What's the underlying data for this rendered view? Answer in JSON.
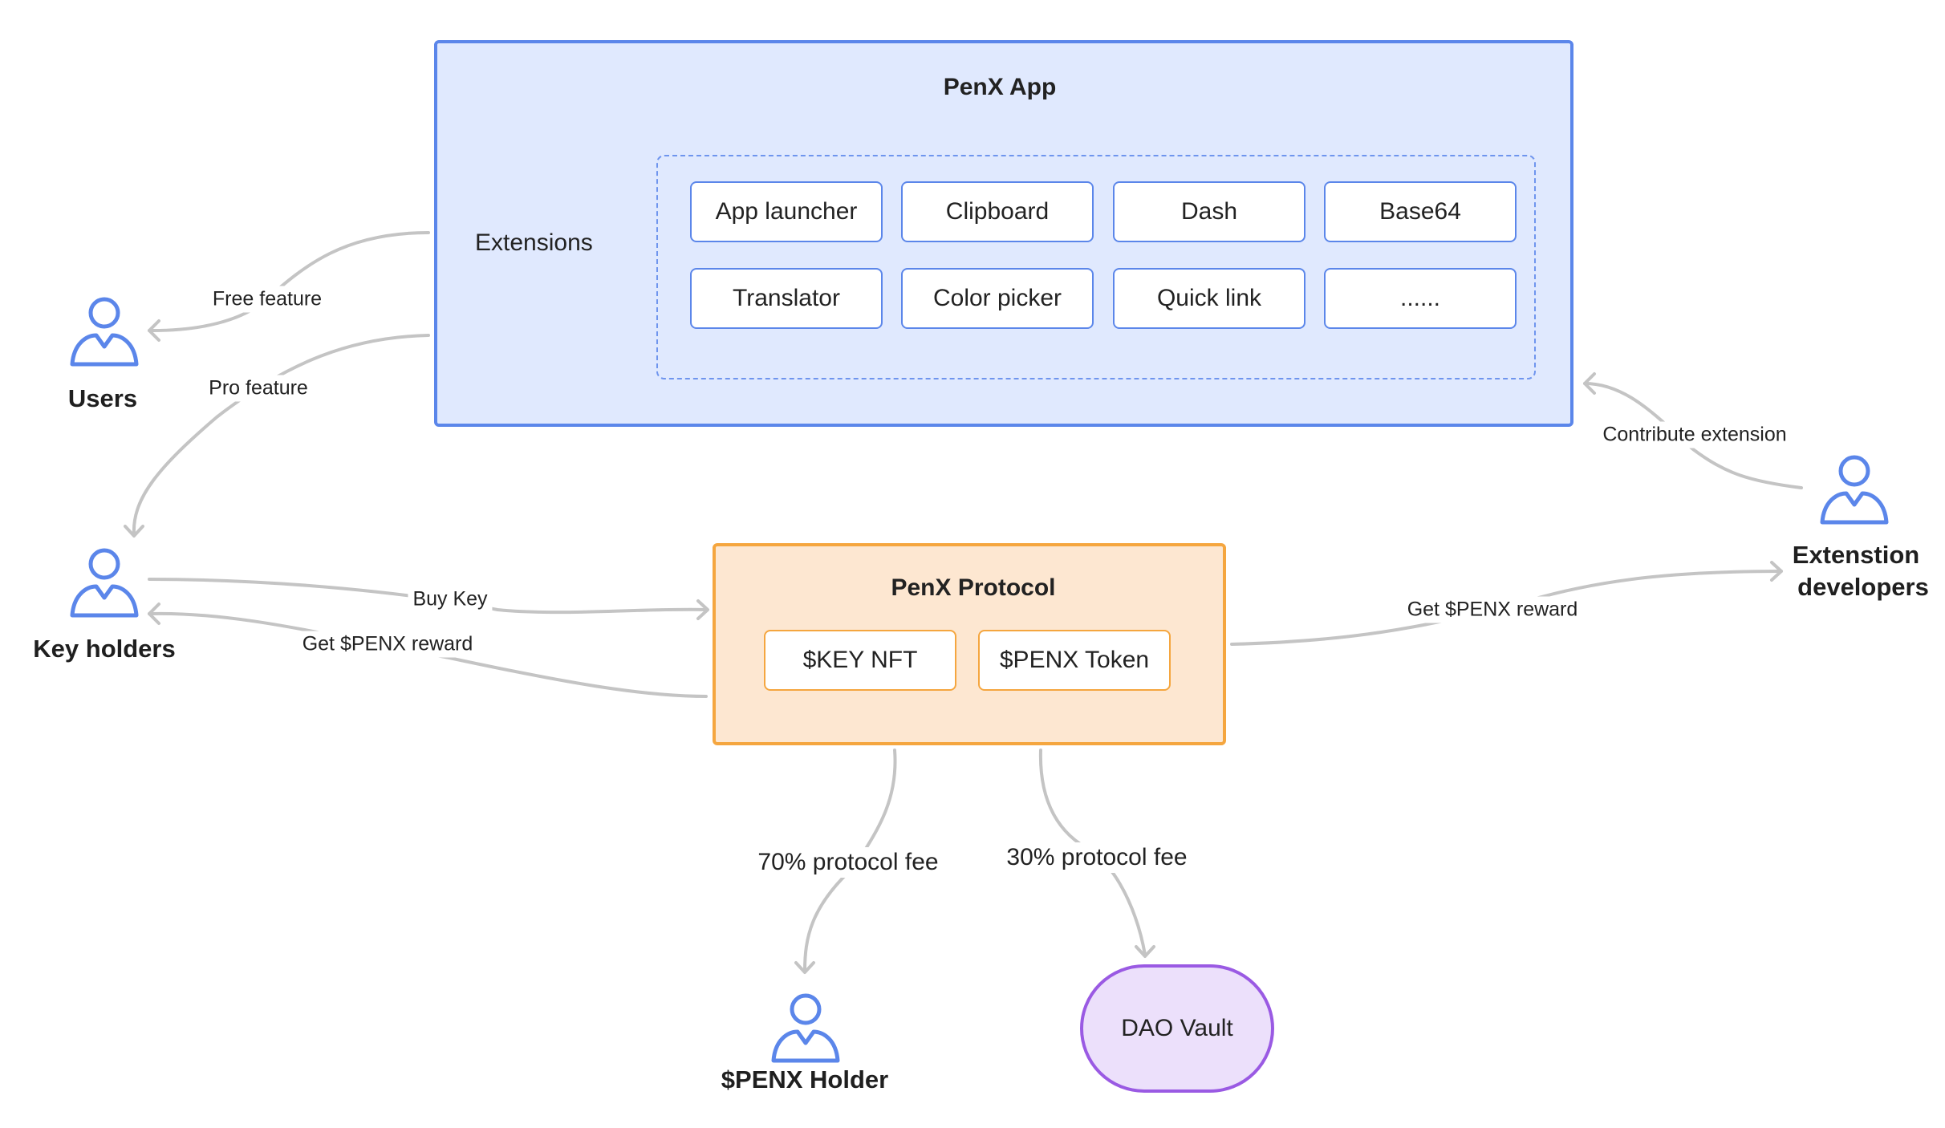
{
  "app": {
    "title": "PenX App",
    "extensions_label": "Extensions",
    "extensions": [
      "App launcher",
      "Clipboard",
      "Dash",
      "Base64",
      "Translator",
      "Color picker",
      "Quick link",
      "......"
    ]
  },
  "protocol": {
    "title": "PenX Protocol",
    "items": [
      "$KEY  NFT",
      "$PENX Token"
    ]
  },
  "vault": {
    "label": "DAO Vault"
  },
  "actors": {
    "users": "Users",
    "key_holders": "Key holders",
    "developers_line1": "Extenstion",
    "developers_line2": "developers",
    "penx_holder": "$PENX Holder"
  },
  "edges": {
    "free_feature": "Free feature",
    "pro_feature": "Pro feature",
    "buy_key": "Buy Key",
    "get_reward_keyholders": "Get $PENX reward",
    "get_reward_developers": "Get $PENX reward",
    "contribute_extension": "Contribute extension",
    "fee_70": "70% protocol fee",
    "fee_30": "30% protocol fee"
  },
  "colors": {
    "app_fill": "#e0e9fe",
    "app_border": "#5b86ea",
    "protocol_fill": "#fde7d1",
    "protocol_border": "#f5a63f",
    "vault_fill": "#ece0fb",
    "vault_border": "#9a5ae3",
    "actor_icon": "#5b86ea",
    "edge": "#c4c4c4"
  },
  "icons": {
    "actor": "person-icon"
  }
}
